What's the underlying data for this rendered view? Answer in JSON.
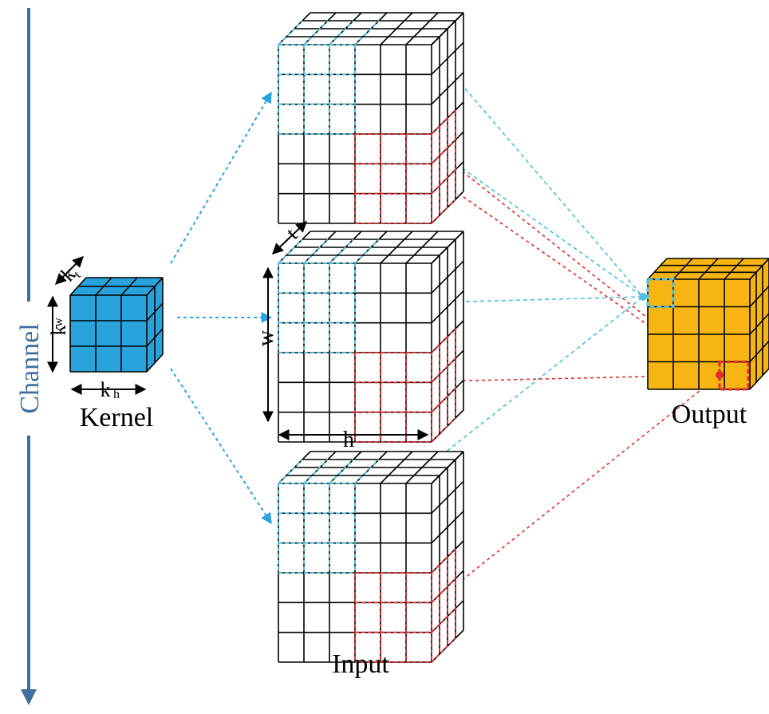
{
  "labels": {
    "channel": "Channel",
    "kernel": "Kernel",
    "output": "Output",
    "input": "Input",
    "k_t": "k",
    "k_t_sub": "t",
    "k_w": "k",
    "k_w_sub": "w",
    "k_h": "k",
    "k_h_sub": "h",
    "t": "t",
    "w": "w",
    "h": "h"
  },
  "colors": {
    "channel_arrow": "#3d6f9f",
    "kernel_fill": "#29a3dc",
    "output_fill": "#f6b512",
    "highlight_cyan": "#4cc0dc",
    "highlight_red": "#e8282a",
    "grid_line": "#000000"
  },
  "icons": {
    "kernel": "kernel-cube-icon",
    "input": "input-block-icon",
    "output": "output-cube-icon"
  }
}
